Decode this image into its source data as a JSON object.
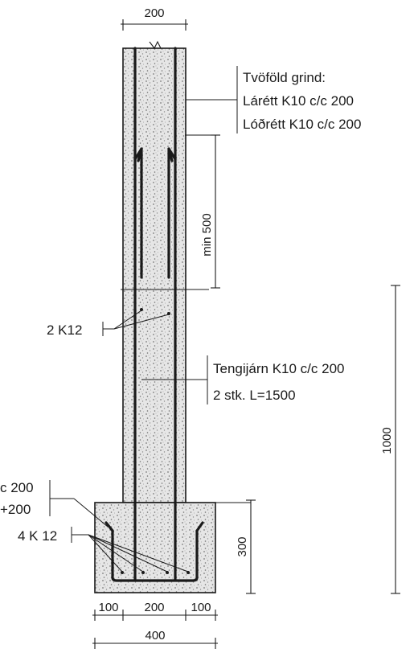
{
  "dimensions": {
    "wall_width": "200",
    "lap_length": "min 500",
    "footing_height": "300",
    "total_height": "1000",
    "footing_left": "100",
    "footing_middle": "200",
    "footing_right": "100",
    "footing_width": "400"
  },
  "labels": {
    "mesh_line1": "Tvöföld grind:",
    "mesh_line2": "Lárétt K10 c/c 200",
    "mesh_line3": "Lóðrétt K10 c/c 200",
    "ties_line1": "Tengijárn K10 c/c  200",
    "ties_line2": "2 stk. L=1500",
    "bars_2k12": "2 K12",
    "bars_4k12": "4 K 12",
    "footing_bar_line1": "c 200",
    "footing_bar_line2": "+200"
  }
}
